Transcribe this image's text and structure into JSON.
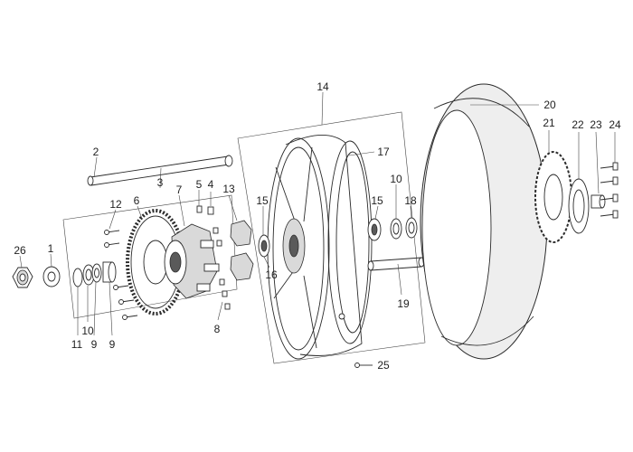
{
  "diagram": {
    "callouts": [
      {
        "id": "c26",
        "text": "26"
      },
      {
        "id": "c1",
        "text": "1"
      },
      {
        "id": "c2",
        "text": "2"
      },
      {
        "id": "c3",
        "text": "3"
      },
      {
        "id": "c4",
        "text": "4"
      },
      {
        "id": "c5",
        "text": "5"
      },
      {
        "id": "c6",
        "text": "6"
      },
      {
        "id": "c7",
        "text": "7"
      },
      {
        "id": "c8",
        "text": "8"
      },
      {
        "id": "c9a",
        "text": "9"
      },
      {
        "id": "c9b",
        "text": "9"
      },
      {
        "id": "c10a",
        "text": "10"
      },
      {
        "id": "c10b",
        "text": "10"
      },
      {
        "id": "c11",
        "text": "11"
      },
      {
        "id": "c12",
        "text": "12"
      },
      {
        "id": "c13",
        "text": "13"
      },
      {
        "id": "c14",
        "text": "14"
      },
      {
        "id": "c15a",
        "text": "15"
      },
      {
        "id": "c15b",
        "text": "15"
      },
      {
        "id": "c16",
        "text": "16"
      },
      {
        "id": "c17",
        "text": "17"
      },
      {
        "id": "c18",
        "text": "18"
      },
      {
        "id": "c19",
        "text": "19"
      },
      {
        "id": "c20",
        "text": "20"
      },
      {
        "id": "c21",
        "text": "21"
      },
      {
        "id": "c22",
        "text": "22"
      },
      {
        "id": "c23",
        "text": "23"
      },
      {
        "id": "c24",
        "text": "24"
      },
      {
        "id": "c25",
        "text": "25"
      }
    ]
  }
}
